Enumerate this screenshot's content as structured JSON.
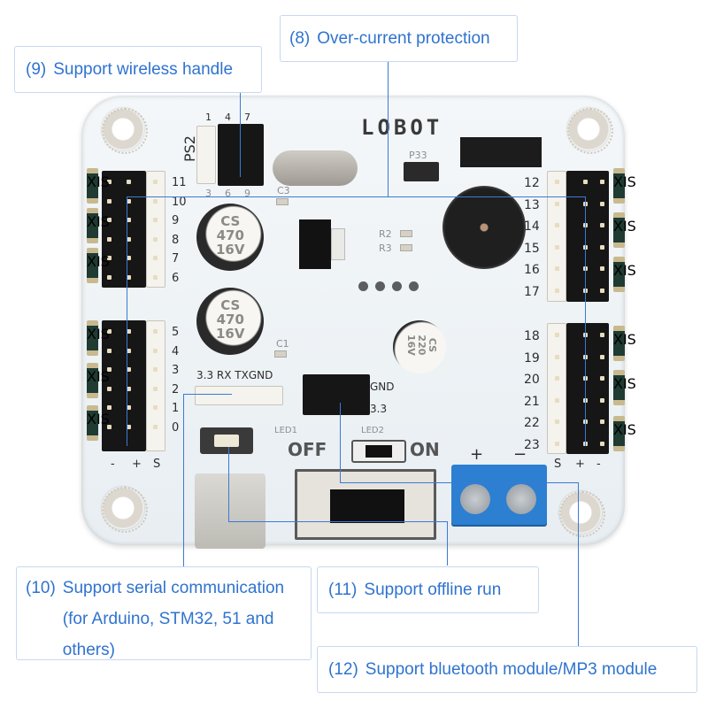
{
  "callouts": [
    {
      "id": "8",
      "number": "(8)",
      "text": "Over-current protection"
    },
    {
      "id": "9",
      "number": "(9)",
      "text": "Support wireless handle"
    },
    {
      "id": "10",
      "number": "(10)",
      "text": "Support serial communication (for Arduino, STM32, 51 and others)"
    },
    {
      "id": "11",
      "number": "(11)",
      "text": "Support offline run"
    },
    {
      "id": "12",
      "number": "(12)",
      "text": "Support bluetooth module/MP3 module"
    }
  ],
  "board": {
    "logo": "LOBOT",
    "ps2_label": "PS2",
    "ps2_pins_top": [
      "1",
      "4",
      "7"
    ],
    "ps2_pins_bottom": [
      "3",
      "6",
      "9"
    ],
    "left_channels": [
      "11",
      "10",
      "9",
      "8",
      "7",
      "6",
      "5",
      "4",
      "3",
      "2",
      "1",
      "0"
    ],
    "right_channels": [
      "12",
      "13",
      "14",
      "15",
      "16",
      "17",
      "18",
      "19",
      "20",
      "21",
      "22",
      "23"
    ],
    "left_polarity": [
      "-",
      "+",
      "S"
    ],
    "right_polarity": [
      "S",
      "+",
      "-"
    ],
    "fuse_label": "XIS",
    "serial_label": "3.3 RX TXGND",
    "bt_labels": [
      "GND",
      "3.3"
    ],
    "led_labels": [
      "LED1",
      "LED2"
    ],
    "switch_off": "OFF",
    "switch_on": "ON",
    "terminal_plus": "+",
    "terminal_minus": "−",
    "components": {
      "c1": "C1",
      "c3": "C3",
      "r2": "R2",
      "r3": "R3",
      "p33": "P33",
      "cap_large": "CS\n470\n16V",
      "cap_small": "CS\n220\n16V"
    }
  }
}
